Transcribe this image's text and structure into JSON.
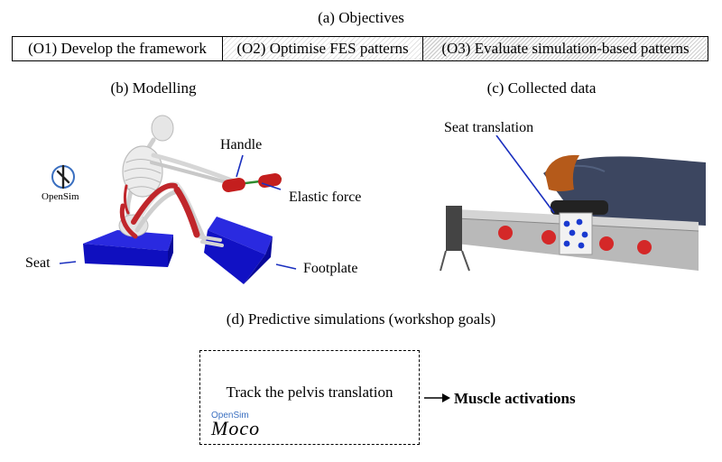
{
  "objectives": {
    "title": "(a) Objectives",
    "items": [
      "(O1) Develop the framework",
      "(O2) Optimise FES patterns",
      "(O3) Evaluate simulation-based patterns"
    ]
  },
  "modelling": {
    "title": "(b) Modelling",
    "labels": {
      "handle": "Handle",
      "elastic": "Elastic force",
      "seat": "Seat",
      "footplate": "Footplate"
    },
    "logo_text": "OpenSim"
  },
  "collected": {
    "title": "(c) Collected data",
    "seat_translation": "Seat translation"
  },
  "predictive": {
    "title": "(d) Predictive simulations (workshop goals)",
    "track": "Track the pelvis translation",
    "output": "Muscle activations",
    "moco_small": "OpenSim",
    "moco_big": "Moco"
  },
  "colors": {
    "muscle_red": "#c0262b",
    "platform_blue": "#1010c8",
    "marker_red": "#d42828",
    "marker_blue": "#1a3ad0",
    "leader_line": "#1a2fbf"
  }
}
